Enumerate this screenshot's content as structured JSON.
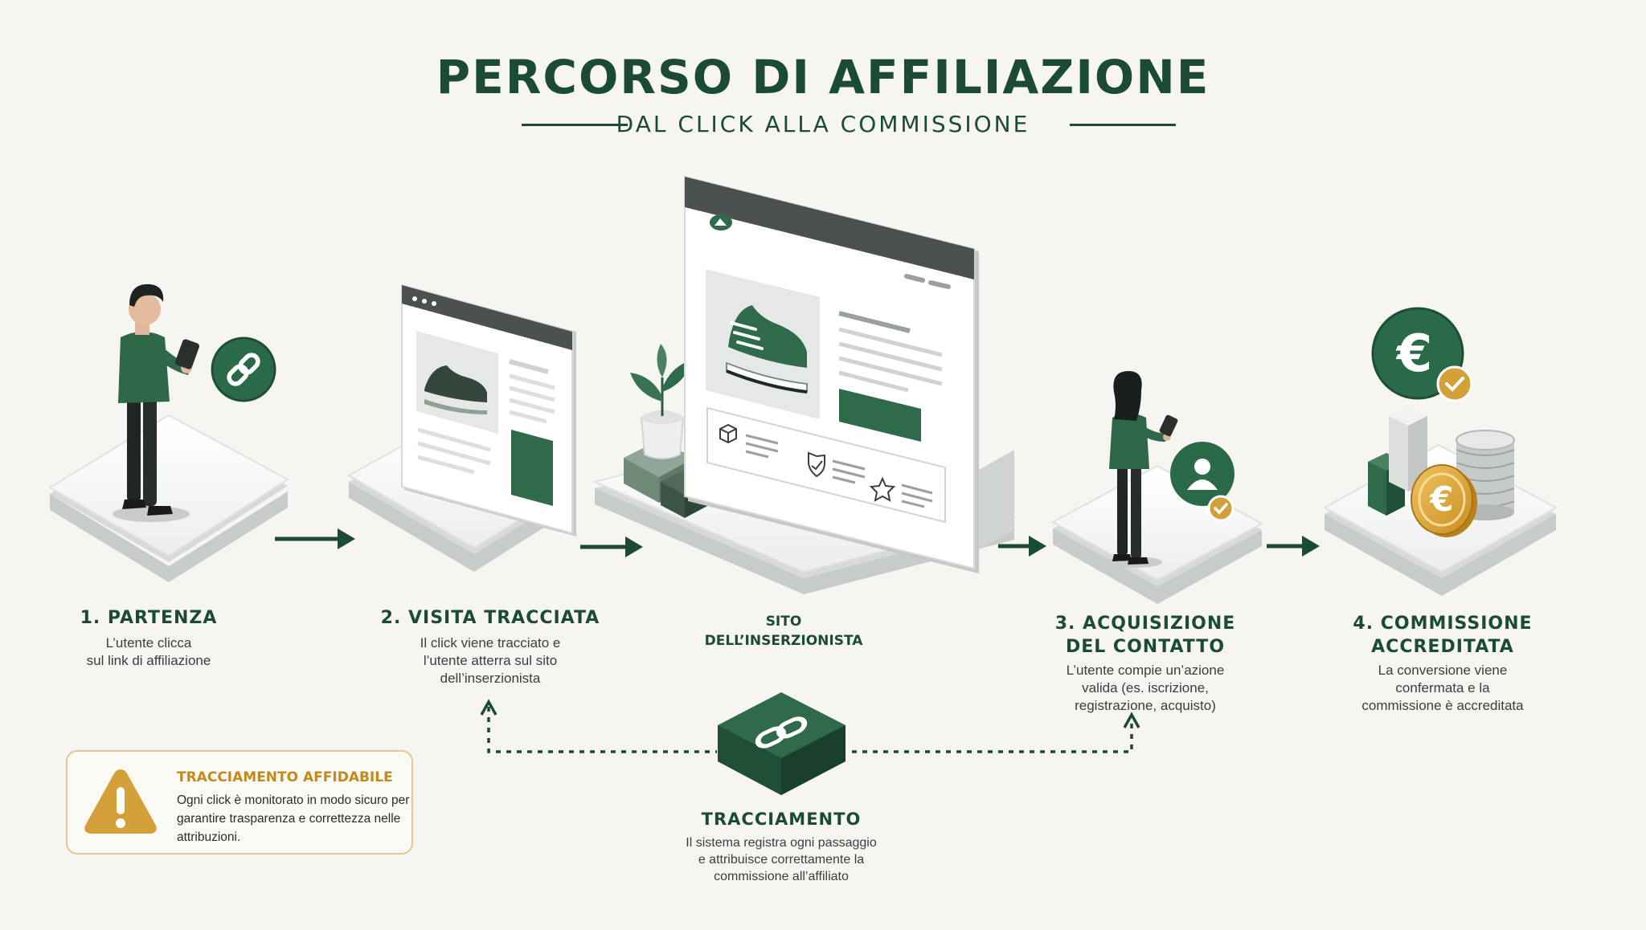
{
  "header": {
    "title": "PERCORSO DI AFFILIAZIONE",
    "subtitle": "DAL CLICK ALLA COMMISSIONE"
  },
  "steps": [
    {
      "title": "1. PARTENZA",
      "desc_lines": [
        "L’utente clicca",
        "sul link di affiliazione"
      ]
    },
    {
      "title": "2. VISITA TRACCIATA",
      "desc_lines": [
        "Il click viene tracciato e",
        "l’utente atterra sul sito",
        "dell’inserzionista"
      ]
    },
    {
      "title_lines": [
        "3. ACQUISIZIONE",
        "DEL CONTATTO"
      ],
      "desc_lines": [
        "L’utente compie un’azione",
        "valida (es. iscrizione,",
        "registrazione, acquisto)"
      ]
    },
    {
      "title_lines": [
        "4. COMMISSIONE",
        "ACCREDITATA"
      ],
      "desc_lines": [
        "La conversione viene",
        "confermata e la",
        "commissione è accreditata"
      ]
    }
  ],
  "site": {
    "label_lines": [
      "SITO",
      "DELL’INSERZIONISTA"
    ]
  },
  "tracking": {
    "title": "TRACCIAMENTO",
    "desc_lines": [
      "Il sistema registra ogni passaggio",
      "e attribuisce correttamente la",
      "commissione all’affiliato"
    ]
  },
  "notice": {
    "title": "TRACCIAMENTO AFFIDABILE",
    "desc": "Ogni click è monitorato in modo sicuro per garantire trasparenza e correttezza nelle attribuzioni."
  },
  "icons": {
    "link": "link-icon",
    "user": "user-icon",
    "check": "check-icon",
    "euro": "euro-icon",
    "warning": "warning-icon",
    "box": "box-icon",
    "shield": "shield-icon",
    "star": "star-icon",
    "shoe": "shoe-icon",
    "plant": "plant-icon",
    "phone": "phone-icon"
  },
  "colors": {
    "brand_green": "#1b4a35",
    "accent_green": "#2f6b4b",
    "gold": "#d4a039",
    "background": "#f6f5f1"
  }
}
